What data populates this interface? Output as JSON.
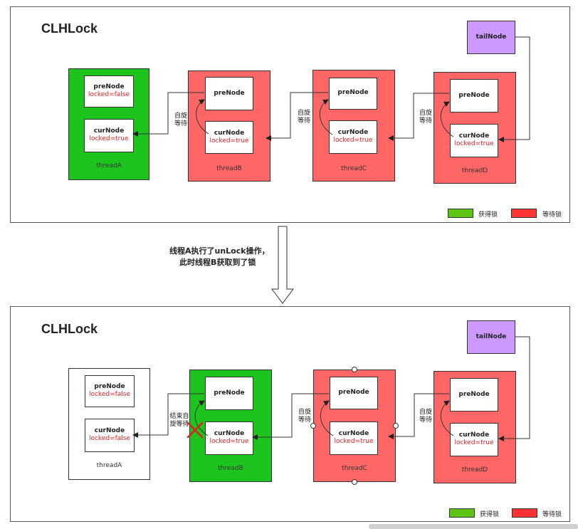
{
  "top": {
    "title": "CLHLock",
    "tail_node": "tailNode",
    "threads": [
      {
        "label": "threadA",
        "state": "acquired",
        "color": "#1ec41e",
        "pre_locked": "locked=false",
        "cur_locked": "locked=true"
      },
      {
        "label": "threadB",
        "state": "waiting",
        "color": "#ff6666",
        "pre_locked": "",
        "cur_locked": "locked=true"
      },
      {
        "label": "threadC",
        "state": "waiting",
        "color": "#ff6666",
        "pre_locked": "",
        "cur_locked": "locked=true"
      },
      {
        "label": "threadD",
        "state": "waiting",
        "color": "#ff6666",
        "pre_locked": "",
        "cur_locked": "locked=true"
      }
    ],
    "spin_labels": [
      "自旋\n等待",
      "自旋\n等待",
      "自旋\n等待"
    ]
  },
  "bottom": {
    "title": "CLHLock",
    "tail_node": "tailNode",
    "threads": [
      {
        "label": "threadA",
        "state": "released",
        "color": "#ffffff",
        "pre_locked": "locked=false",
        "cur_locked": "locked=false"
      },
      {
        "label": "threadB",
        "state": "acquired",
        "color": "#1ec41e",
        "pre_locked": "",
        "cur_locked": "locked=true"
      },
      {
        "label": "threadC",
        "state": "waiting",
        "color": "#ff6666",
        "pre_locked": "",
        "cur_locked": "locked=true"
      },
      {
        "label": "threadD",
        "state": "waiting",
        "color": "#ff6666",
        "pre_locked": "",
        "cur_locked": "locked=true"
      }
    ],
    "spin_labels": [
      "结束自\n旋等待",
      "自旋\n等待",
      "自旋\n等待"
    ]
  },
  "node_names": {
    "pre": "preNode",
    "cur": "curNode"
  },
  "legend": {
    "acquired": "获得锁",
    "waiting": "等待锁",
    "acquired_color": "#1ec41e",
    "waiting_color": "#ff3333"
  },
  "caption": {
    "line1": "线程A执行了unLock操作，",
    "line2": "此时线程B获取到了锁"
  }
}
